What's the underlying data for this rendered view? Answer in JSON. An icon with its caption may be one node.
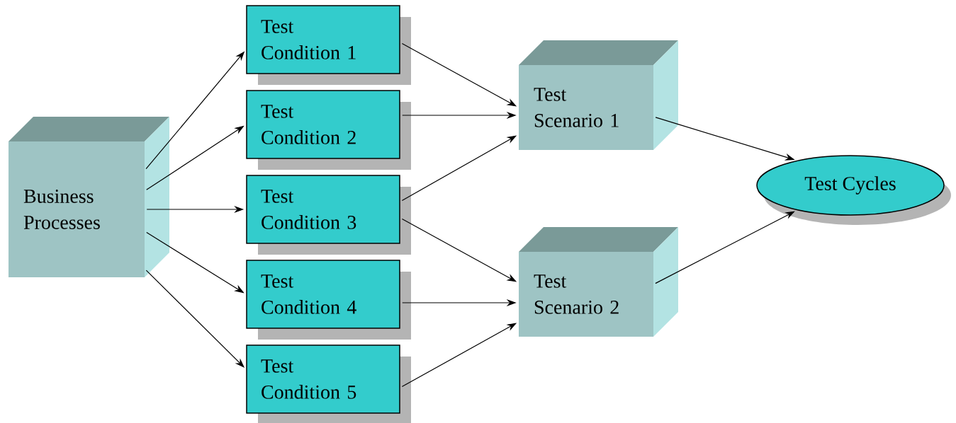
{
  "diagram": {
    "nodes": [
      {
        "text": [
          "Business Processes"
        ]
      },
      {
        "text": [
          "Test Condition 1"
        ]
      },
      {
        "text": [
          "Test Condition 2"
        ]
      },
      {
        "text": [
          "Test Condition 3"
        ]
      },
      {
        "text": [
          "Test Condition 4"
        ]
      },
      {
        "text": [
          "Test Condition 5"
        ]
      },
      {
        "text": [
          "Test Scenario 1"
        ]
      },
      {
        "text": [
          "Test Scenario 2"
        ]
      },
      {
        "text": [
          "Test Cycles"
        ]
      }
    ],
    "edges": [
      {
        "from": 0,
        "to": 1,
        "arrow": "to"
      },
      {
        "from": 0,
        "to": 2,
        "arrow": "to"
      },
      {
        "from": 0,
        "to": 3,
        "arrow": "to"
      },
      {
        "from": 0,
        "to": 4,
        "arrow": "to"
      },
      {
        "from": 0,
        "to": 5,
        "arrow": "to"
      },
      {
        "from": 1,
        "to": 6,
        "arrow": "to"
      },
      {
        "from": 2,
        "to": 6,
        "arrow": "to"
      },
      {
        "from": 3,
        "to": 6,
        "arrow": "to"
      },
      {
        "from": 3,
        "to": 7,
        "arrow": "to"
      },
      {
        "from": 4,
        "to": 7,
        "arrow": "to"
      },
      {
        "from": 5,
        "to": 7,
        "arrow": "to"
      },
      {
        "from": 6,
        "to": 8,
        "arrow": "to"
      },
      {
        "from": 7,
        "to": 8,
        "arrow": "to"
      }
    ]
  }
}
